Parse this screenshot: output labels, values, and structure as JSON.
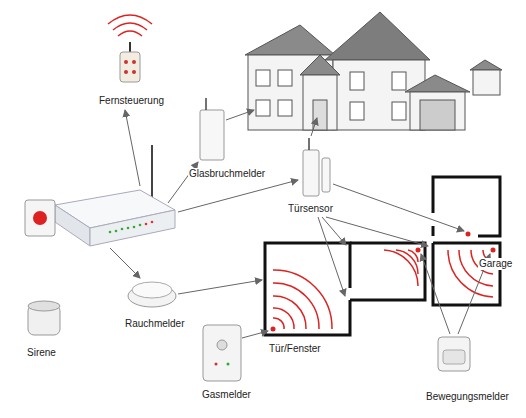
{
  "diagram": {
    "labels": [
      "Fernsteuerung",
      "Glasbruchmelder",
      "Türsensor",
      "Garage",
      "Tür/Fenster",
      "Sirene",
      "Rauchmelder",
      "Gasmelder",
      "Bewegungsmelder"
    ]
  }
}
